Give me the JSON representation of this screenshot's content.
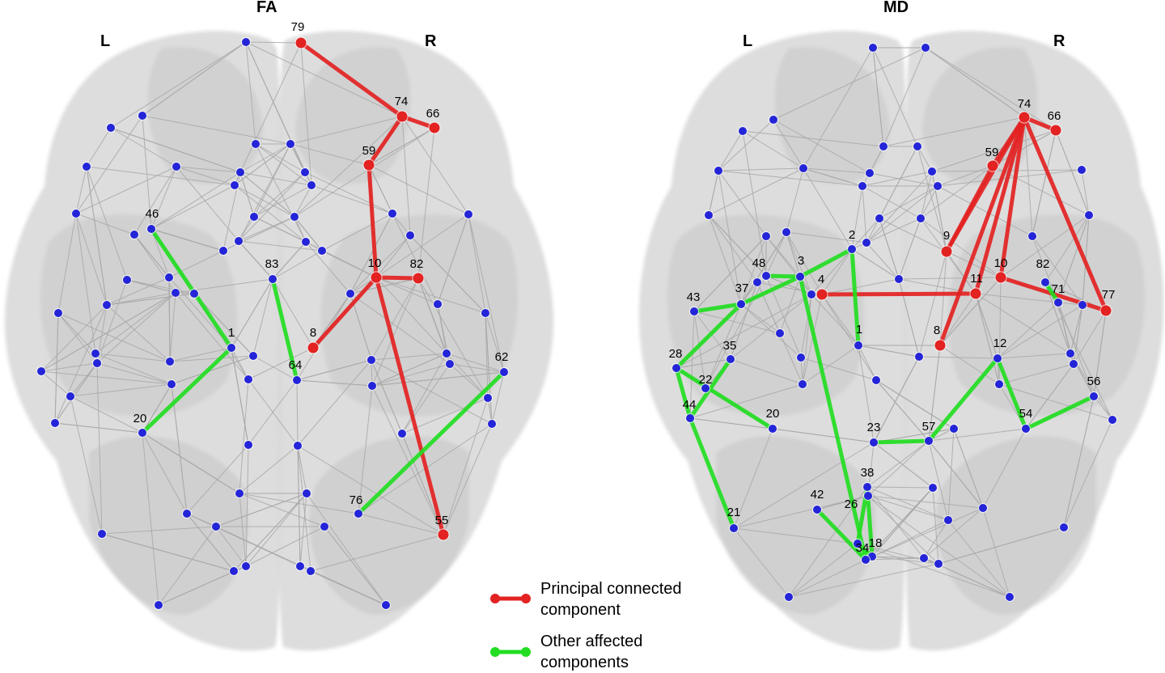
{
  "colors": {
    "principal": "#e32222",
    "other": "#22dd22",
    "node": "#2424d8",
    "edge": "#a8a8a8",
    "brain": "#d3d3d3"
  },
  "legend": {
    "principal_line1": "Principal connected",
    "principal_line2": "component",
    "other_line1": "Other affected",
    "other_line2": "components"
  },
  "panels": [
    {
      "title": "FA",
      "left_label": "L",
      "right_label": "R",
      "labels": [
        {
          "text": "79",
          "node": "n79"
        },
        {
          "text": "74",
          "node": "n74"
        },
        {
          "text": "66",
          "node": "n66"
        },
        {
          "text": "59",
          "node": "n59"
        },
        {
          "text": "46",
          "node": "n46"
        },
        {
          "text": "83",
          "node": "n83"
        },
        {
          "text": "10",
          "node": "n10"
        },
        {
          "text": "82",
          "node": "n82"
        },
        {
          "text": "1",
          "node": "n1"
        },
        {
          "text": "8",
          "node": "n8"
        },
        {
          "text": "64",
          "node": "n64"
        },
        {
          "text": "62",
          "node": "n62"
        },
        {
          "text": "20",
          "node": "n20"
        },
        {
          "text": "76",
          "node": "n76"
        },
        {
          "text": "55",
          "node": "n55"
        }
      ]
    },
    {
      "title": "MD",
      "left_label": "L",
      "right_label": "R",
      "labels": [
        {
          "text": "74",
          "node": "n74"
        },
        {
          "text": "66",
          "node": "n66"
        },
        {
          "text": "59",
          "node": "n59"
        },
        {
          "text": "2",
          "node": "n2"
        },
        {
          "text": "9",
          "node": "n9"
        },
        {
          "text": "48",
          "node": "n48"
        },
        {
          "text": "3",
          "node": "n3"
        },
        {
          "text": "10",
          "node": "n10"
        },
        {
          "text": "82",
          "node": "n82"
        },
        {
          "text": "4",
          "node": "n4"
        },
        {
          "text": "11",
          "node": "n11"
        },
        {
          "text": "71",
          "node": "n71"
        },
        {
          "text": "43",
          "node": "n43"
        },
        {
          "text": "37",
          "node": "n37"
        },
        {
          "text": "77",
          "node": "n77"
        },
        {
          "text": "1",
          "node": "n1"
        },
        {
          "text": "8",
          "node": "n8"
        },
        {
          "text": "12",
          "node": "n12"
        },
        {
          "text": "35",
          "node": "n35"
        },
        {
          "text": "28",
          "node": "n28"
        },
        {
          "text": "56",
          "node": "n56"
        },
        {
          "text": "22",
          "node": "n22"
        },
        {
          "text": "44",
          "node": "n44"
        },
        {
          "text": "20",
          "node": "n20"
        },
        {
          "text": "54",
          "node": "n54"
        },
        {
          "text": "23",
          "node": "n23"
        },
        {
          "text": "57",
          "node": "n57"
        },
        {
          "text": "38",
          "node": "n38"
        },
        {
          "text": "42",
          "node": "n42"
        },
        {
          "text": "26",
          "node": "n26"
        },
        {
          "text": "21",
          "node": "n21"
        },
        {
          "text": "18",
          "node": "n18"
        },
        {
          "text": "34",
          "node": "n34"
        }
      ]
    }
  ]
}
